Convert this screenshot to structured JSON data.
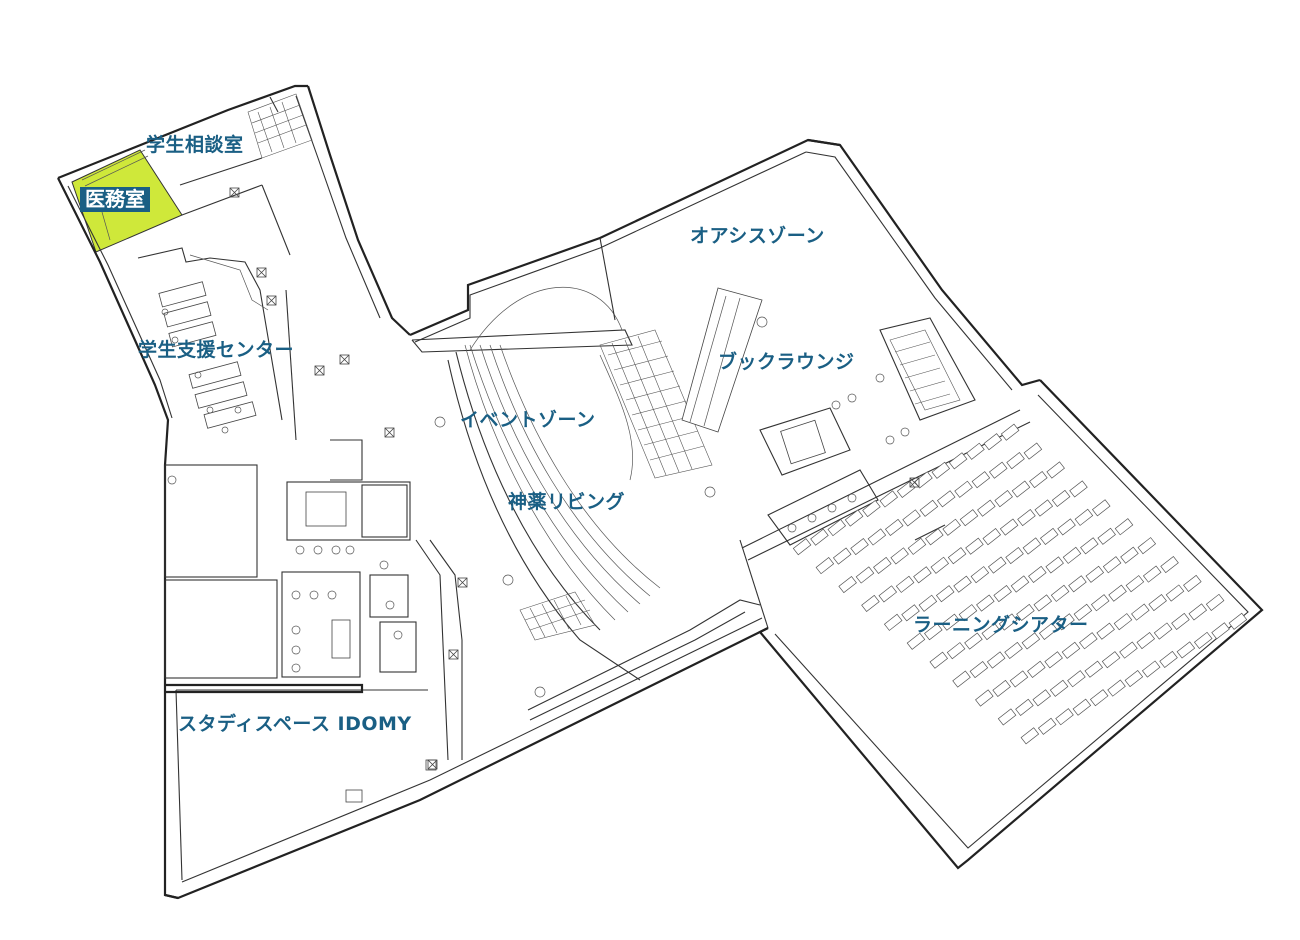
{
  "colors": {
    "label_text": "#1a5f84",
    "highlight_fill": "#cfe83a",
    "highlight_label_bg": "#1a5f84",
    "wall": "#222222"
  },
  "rooms": {
    "gakusei_soudanshitsu": "学生相談室",
    "imushitsu": "医務室",
    "gakusei_shien_center": "学生支援センター",
    "event_zone": "イベントゾーン",
    "jinyaku_living": "神薬リビング",
    "oasis_zone": "オアシスゾーン",
    "book_lounge": "ブックラウンジ",
    "learning_theater": "ラーニングシアター",
    "study_space": "スタディスペース IDOMY"
  },
  "highlighted_room": "医務室"
}
